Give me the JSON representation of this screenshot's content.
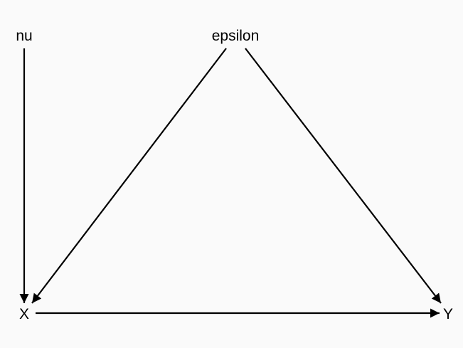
{
  "diagram": {
    "type": "directed-acyclic-graph",
    "nodes": [
      {
        "id": "nu",
        "label": "nu"
      },
      {
        "id": "epsilon",
        "label": "epsilon"
      },
      {
        "id": "X",
        "label": "X"
      },
      {
        "id": "Y",
        "label": "Y"
      }
    ],
    "edges": [
      {
        "from": "nu",
        "to": "X"
      },
      {
        "from": "epsilon",
        "to": "X"
      },
      {
        "from": "epsilon",
        "to": "Y"
      },
      {
        "from": "X",
        "to": "Y"
      }
    ]
  },
  "colors": {
    "background": "#fafafa",
    "ink": "#000000"
  }
}
